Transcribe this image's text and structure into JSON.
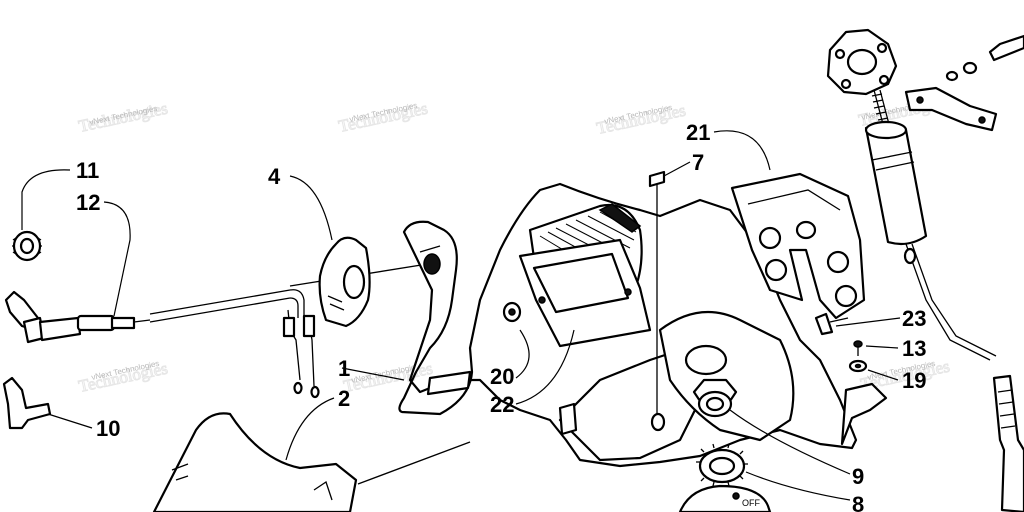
{
  "diagram": {
    "callouts": {
      "c11": "11",
      "c12": "12",
      "c4": "4",
      "c10": "10",
      "c1": "1",
      "c2": "2",
      "c20": "20",
      "c22": "22",
      "c7": "7",
      "c21": "21",
      "c23": "23",
      "c13": "13",
      "c19": "19",
      "c9": "9",
      "c8": "8"
    },
    "switch_label": "OFF"
  },
  "watermark": {
    "small": "vNext Technologies",
    "big": "Technologies"
  }
}
